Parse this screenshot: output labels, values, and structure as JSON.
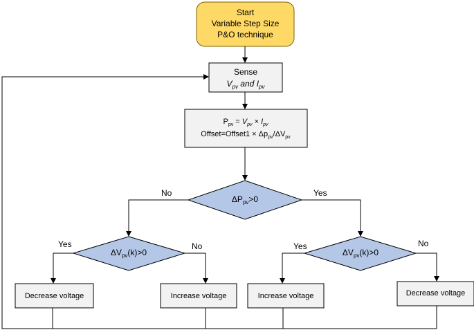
{
  "start": {
    "line1": "Start",
    "line2": "Variable Step Size",
    "line3": "P&O technique"
  },
  "sense": {
    "title": "Sense",
    "vpv": "V",
    "vpv_sub": "pv",
    "and": "and",
    "ipv": "I",
    "ipv_sub": "pv"
  },
  "calc": {
    "line1": {
      "p": "P",
      "p_sub": "pv",
      "eq": " = ",
      "v": "V",
      "v_sub": "pv",
      "times": " × ",
      "i": "I",
      "i_sub": "pv"
    },
    "line2": {
      "prefix": "Offset=Offset1 × Δp",
      "p_sub": "pv",
      "mid": "/ΔV",
      "v_sub": "pv"
    }
  },
  "main_decision": {
    "delta": "ΔP",
    "sub": "pv",
    "cond": ">0",
    "no_label": "No",
    "yes_label": "Yes"
  },
  "left_decision": {
    "delta": "ΔV",
    "sub": "pv",
    "cond": "(k)>0",
    "yes_label": "Yes",
    "no_label": "No"
  },
  "right_decision": {
    "delta": "ΔV",
    "sub": "pv",
    "cond": "(k)>0",
    "yes_label": "Yes",
    "no_label": "No"
  },
  "actions": {
    "a1": "Decrease voltage",
    "a2": "Increase voltage",
    "a3": "Increase voltage",
    "a4": "Decrease voltage"
  },
  "colors": {
    "start_fill": "#FFD966",
    "process_fill": "#F2F2F2",
    "decision_fill": "#B4C7E7"
  }
}
